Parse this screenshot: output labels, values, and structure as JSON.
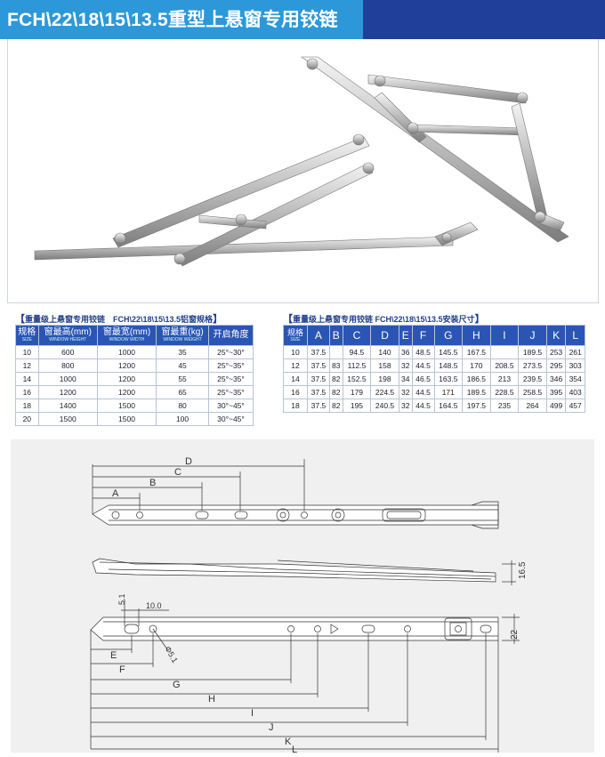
{
  "header": {
    "title": "FCH\\22\\18\\15\\13.5重型上悬窗专用铰链"
  },
  "table1": {
    "title": "重量级上悬窗专用铰链　FCH\\22\\18\\15\\13.5铝窗规格",
    "headers": [
      {
        "label": "规格",
        "sub": "SIZE"
      },
      {
        "label": "窗最高(mm)",
        "sub": "WINDOW HEIGHT"
      },
      {
        "label": "窗最宽(mm)",
        "sub": "WINDOW WIDTH"
      },
      {
        "label": "窗最重(kg)",
        "sub": "WINDOW WEIGHT"
      },
      {
        "label": "开启角度",
        "sub": ""
      }
    ],
    "rows": [
      [
        "10",
        "600",
        "1000",
        "35",
        "25°~30°"
      ],
      [
        "12",
        "800",
        "1200",
        "45",
        "25°~35°"
      ],
      [
        "14",
        "1000",
        "1200",
        "55",
        "25°~35°"
      ],
      [
        "16",
        "1200",
        "1200",
        "65",
        "25°~35°"
      ],
      [
        "18",
        "1400",
        "1500",
        "80",
        "30°~45°"
      ],
      [
        "20",
        "1500",
        "1500",
        "100",
        "30°~45°"
      ]
    ]
  },
  "table2": {
    "title": "重量级上悬窗专用铰链 FCH\\22\\18\\15\\13.5安装尺寸",
    "headers": [
      "规格",
      "A",
      "B",
      "C",
      "D",
      "E",
      "F",
      "G",
      "H",
      "I",
      "J",
      "K",
      "L"
    ],
    "header_sub": "SIZE",
    "rows": [
      [
        "10",
        "37.5",
        "",
        "94.5",
        "140",
        "36",
        "48.5",
        "145.5",
        "167.5",
        "",
        "189.5",
        "253",
        "261"
      ],
      [
        "12",
        "37.5",
        "83",
        "112.5",
        "158",
        "32",
        "44.5",
        "148.5",
        "170",
        "208.5",
        "273.5",
        "295",
        "303"
      ],
      [
        "14",
        "37.5",
        "82",
        "152.5",
        "198",
        "34",
        "46.5",
        "163.5",
        "186.5",
        "213",
        "239.5",
        "346",
        "354"
      ],
      [
        "16",
        "37.5",
        "82",
        "179",
        "224.5",
        "32",
        "44.5",
        "171",
        "189.5",
        "228.5",
        "258.5",
        "395",
        "403"
      ],
      [
        "18",
        "37.5",
        "82",
        "195",
        "240.5",
        "32",
        "44.5",
        "164.5",
        "197.5",
        "235",
        "264",
        "499",
        "457"
      ]
    ]
  },
  "drawing": {
    "top_labels": [
      "D",
      "C",
      "B",
      "A"
    ],
    "side_dim": "16.5",
    "bottom_dims": {
      "d1": "5.1",
      "d2": "10.0",
      "hole": "Φ5.1",
      "height": "22"
    },
    "bottom_labels": [
      "E",
      "F",
      "G",
      "H",
      "I",
      "J",
      "K",
      "L"
    ]
  }
}
